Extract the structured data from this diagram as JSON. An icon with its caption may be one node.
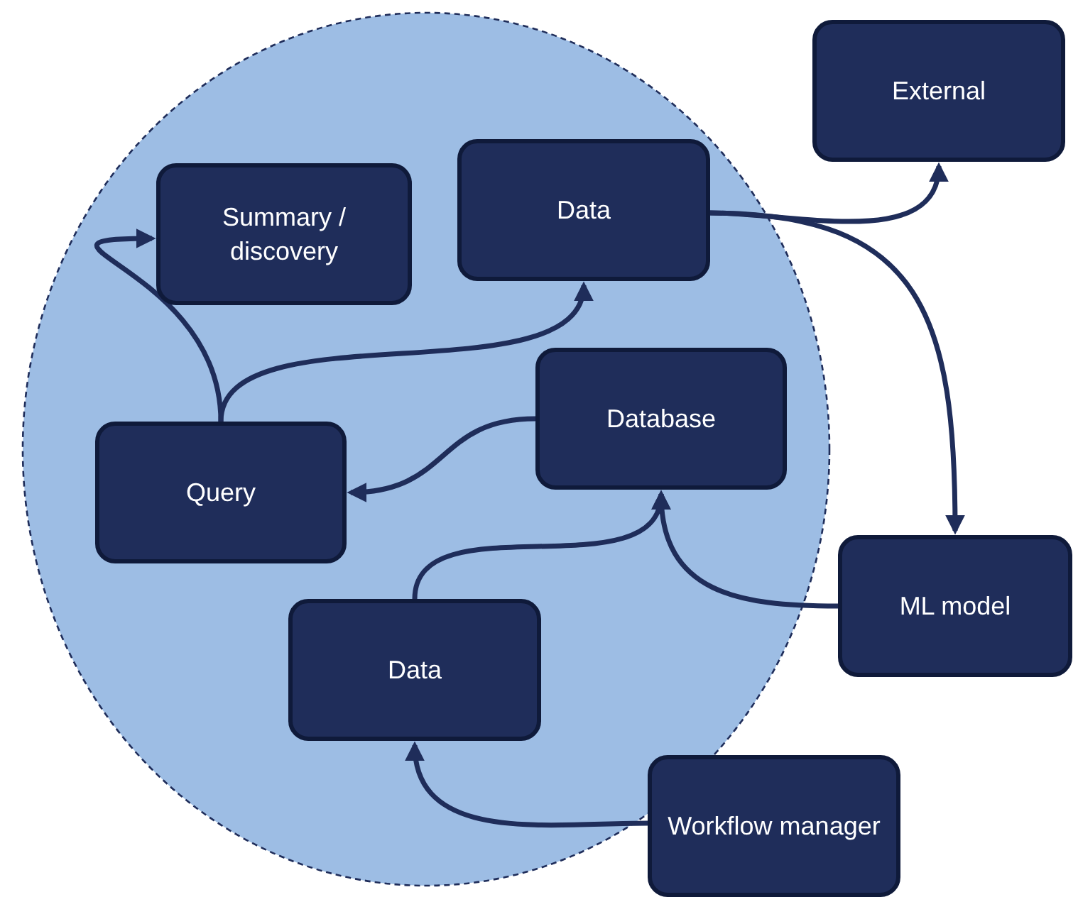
{
  "diagram": {
    "nodes": [
      {
        "text": [],
        "shape": "circle"
      },
      {
        "text": [
          "Summary / discovery"
        ],
        "in": 0
      },
      {
        "text": [
          "Data"
        ],
        "in": 0
      },
      {
        "text": [
          "External"
        ]
      },
      {
        "text": [
          "Database"
        ],
        "in": 0
      },
      {
        "text": [
          "Query"
        ],
        "in": 0
      },
      {
        "text": [
          "ML model"
        ]
      },
      {
        "text": [
          "Data"
        ],
        "in": 0
      },
      {
        "text": [
          "Workflow manager"
        ]
      }
    ],
    "edges": [
      {
        "from": 5,
        "to": 1,
        "arrow": "to"
      },
      {
        "from": 5,
        "to": 2,
        "arrow": "to"
      },
      {
        "from": 4,
        "to": 5,
        "arrow": "to"
      },
      {
        "from": 2,
        "to": 3,
        "arrow": "to"
      },
      {
        "from": 2,
        "to": 6,
        "arrow": "to"
      },
      {
        "from": 6,
        "to": 4,
        "arrow": "to"
      },
      {
        "from": 7,
        "to": 4,
        "arrow": "to"
      },
      {
        "from": 8,
        "to": 7,
        "arrow": "to"
      }
    ]
  }
}
